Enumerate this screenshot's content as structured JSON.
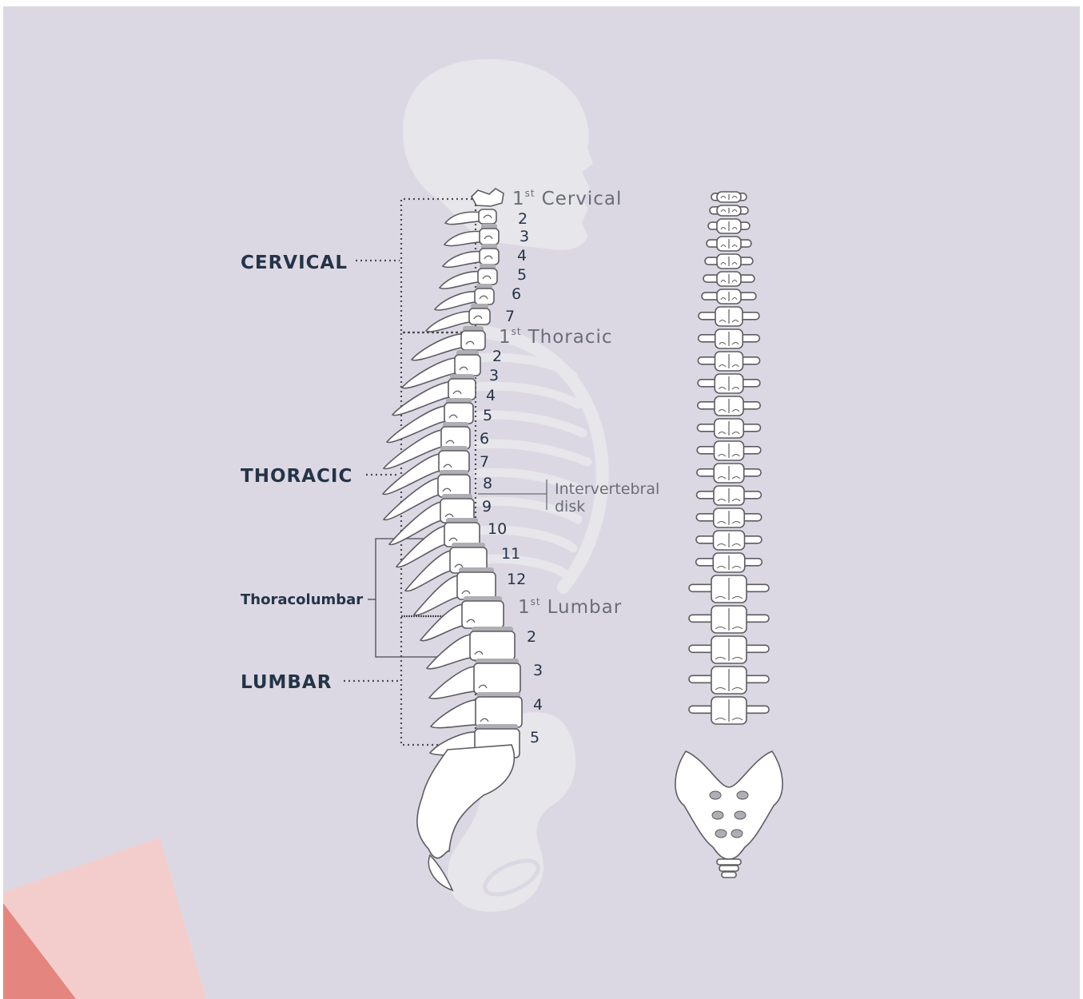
{
  "regions": {
    "cervical": "CERVICAL",
    "thoracic": "THORACIC",
    "thoracolumbar": "Thoracolumbar",
    "lumbar": "LUMBAR"
  },
  "start_labels": {
    "cervical": {
      "num": "1",
      "sup": "st",
      "text": "Cervical"
    },
    "thoracic": {
      "num": "1",
      "sup": "st",
      "text": "Thoracic"
    },
    "lumbar": {
      "num": "1",
      "sup": "st",
      "text": "Lumbar"
    }
  },
  "cervical_numbers": [
    "2",
    "3",
    "4",
    "5",
    "6",
    "7"
  ],
  "thoracic_numbers": [
    "2",
    "3",
    "4",
    "5",
    "6",
    "7",
    "8",
    "9",
    "10",
    "11",
    "12"
  ],
  "lumbar_numbers": [
    "2",
    "3",
    "4",
    "5"
  ],
  "disk_label": {
    "line1": "Intervertebral",
    "line2": "disk"
  },
  "colors": {
    "background": "#dcd8e3",
    "ghost_body": "#e7e6ea",
    "bone": "#ffffff",
    "outline": "#5c5c62",
    "disk": "#b0aeb4",
    "text_dark": "#243448",
    "text_gray": "#6a6d78",
    "accent_light": "#f3cdcb",
    "accent_dark": "#e5857f"
  }
}
